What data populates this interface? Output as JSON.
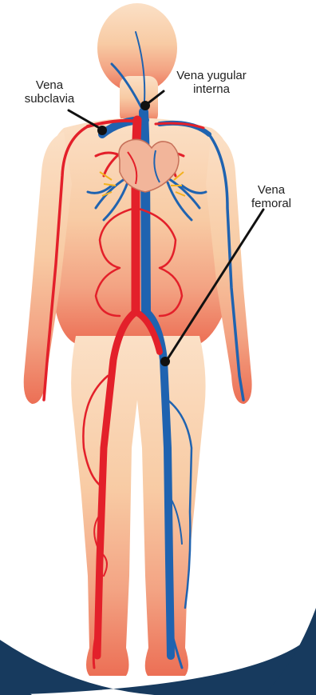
{
  "labels": {
    "subclavian": {
      "line1": "Vena",
      "line2": "subclavia"
    },
    "jugular": {
      "line1": "Vena yugular",
      "line2": "interna"
    },
    "femoral": {
      "line1": "Vena",
      "line2": "femoral"
    }
  },
  "colors": {
    "background_arc": "#173a5e",
    "skin": "#f7c9a1",
    "skin_light": "#fbe3cc",
    "skin_legs": "#ef8a6b",
    "artery": "#e3202a",
    "vein": "#1f63b0",
    "heart": "#f2b59a",
    "leader_line": "#111111"
  }
}
